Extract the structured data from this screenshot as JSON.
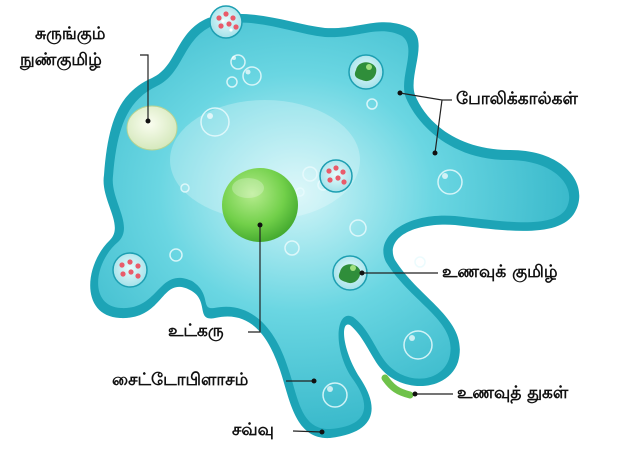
{
  "labels": {
    "contractile_vacuole_line1": "சுருங்கும்",
    "contractile_vacuole_line2": "நுண்குமிழ்",
    "pseudopodia": "போலிக்கால்கள்",
    "food_vacuole": "உணவுக் குமிழ்",
    "nucleus": "உட்கரு",
    "cytoplasm": "சைட்டோபிளாசம்",
    "food_particle": "உணவுத் துகள்",
    "membrane": "சவ்வு"
  },
  "colors": {
    "cell_fill": "#3ec3d2",
    "cell_fill_light": "#c8f2f6",
    "membrane_outer": "#1d9fb2",
    "nucleus": "#6fcf4a",
    "contractile_vacuole": "#e6f2cf",
    "food_particle": "#6fc24a",
    "label_text": "#111111"
  }
}
